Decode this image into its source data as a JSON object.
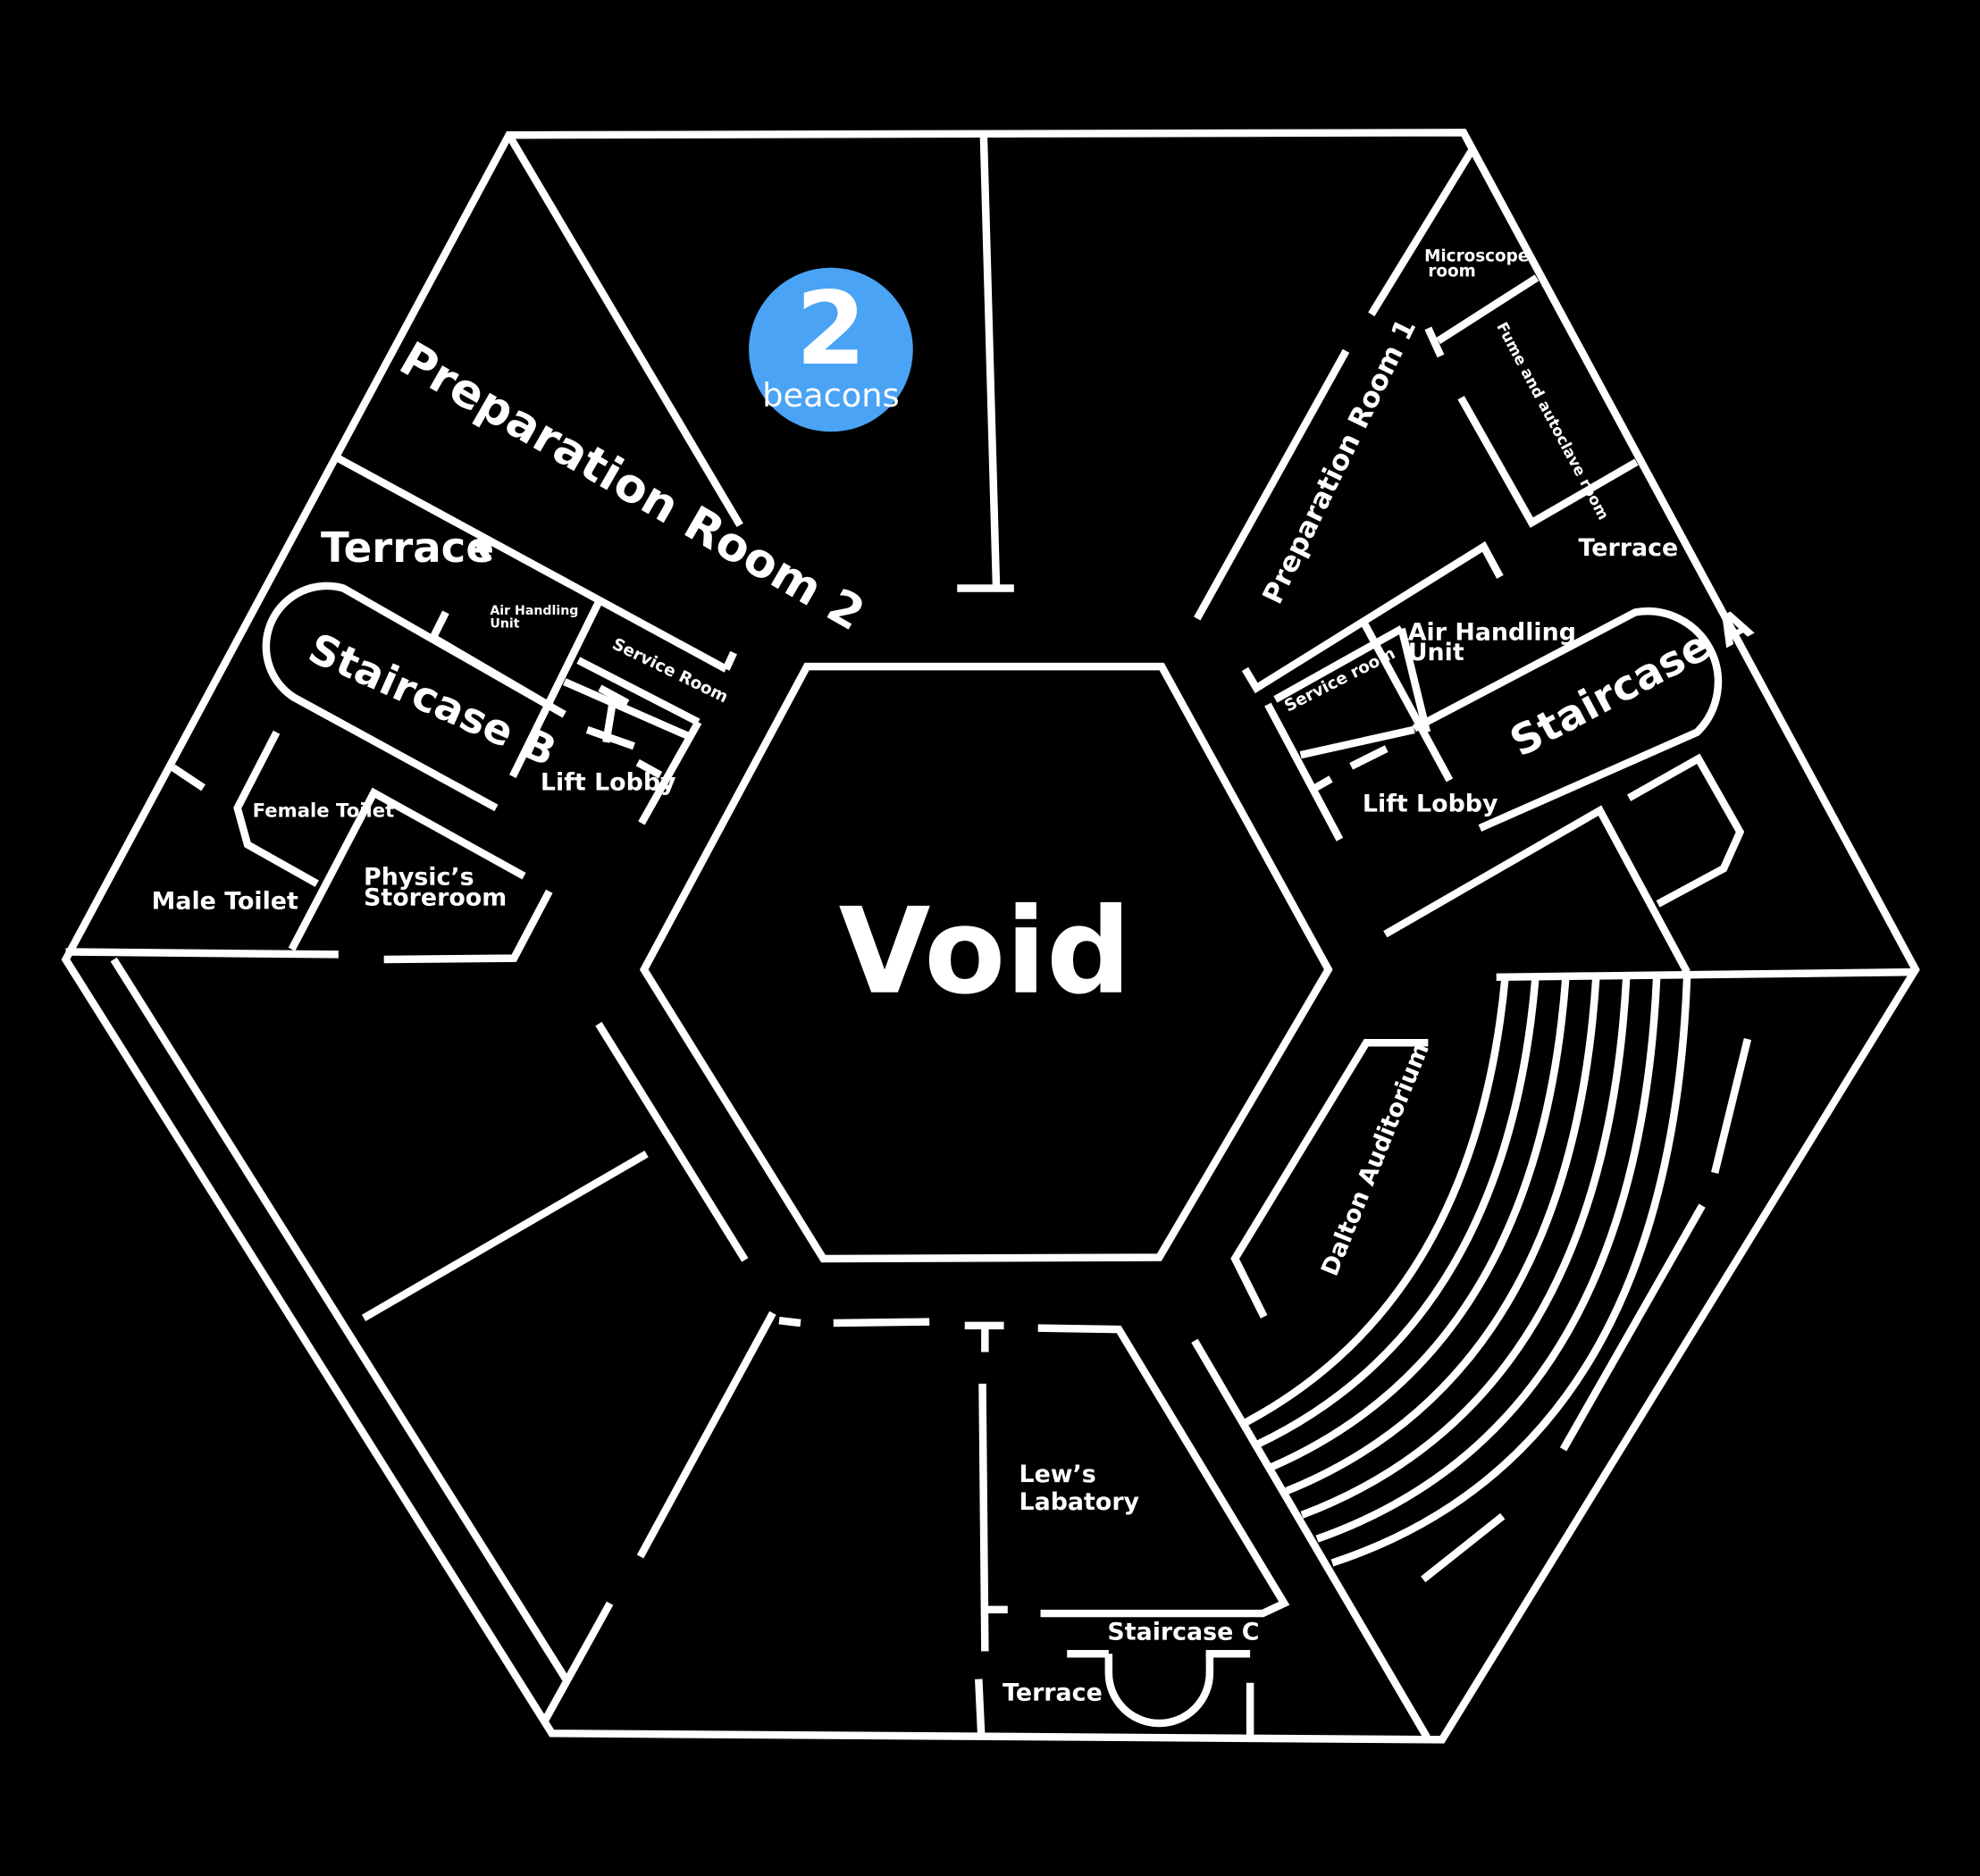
{
  "beacon": {
    "count": "2",
    "label": "beacons",
    "color": "#4aa3f5"
  },
  "rooms": {
    "void": "Void",
    "prep_room_2": "Preparation Room 2",
    "prep_room_1": "Preparation Room 1",
    "terrace_left": "Terrace",
    "terrace_right": "Terrace",
    "terrace_bottom": "Terrace",
    "staircase_a": "Staircase A",
    "staircase_b": "Staircase B",
    "staircase_c": "Staircase C",
    "air_handling_left_1": "Air Handling",
    "air_handling_left_2": "Unit",
    "air_handling_right_1": "Air Handling",
    "air_handling_right_2": "Unit",
    "service_room_left": "Service Room",
    "service_room_right": "Service room",
    "lift_lobby_left": "Lift Lobby",
    "lift_lobby_right": "Lift Lobby",
    "female_toilet": "Female Toilet",
    "male_toilet": "Male Toilet",
    "physics_storeroom_1": "Physic’s",
    "physics_storeroom_2": "Storeroom",
    "microscope_room_1": "Microscope",
    "microscope_room_2": "room",
    "fume_room": "Fume and autoclave room",
    "dalton_auditorium": "Dalton Auditorium",
    "lews_lab_1": "Lew’s",
    "lews_lab_2": "Labatory"
  },
  "colors": {
    "background": "#000000",
    "walls": "#ffffff"
  }
}
